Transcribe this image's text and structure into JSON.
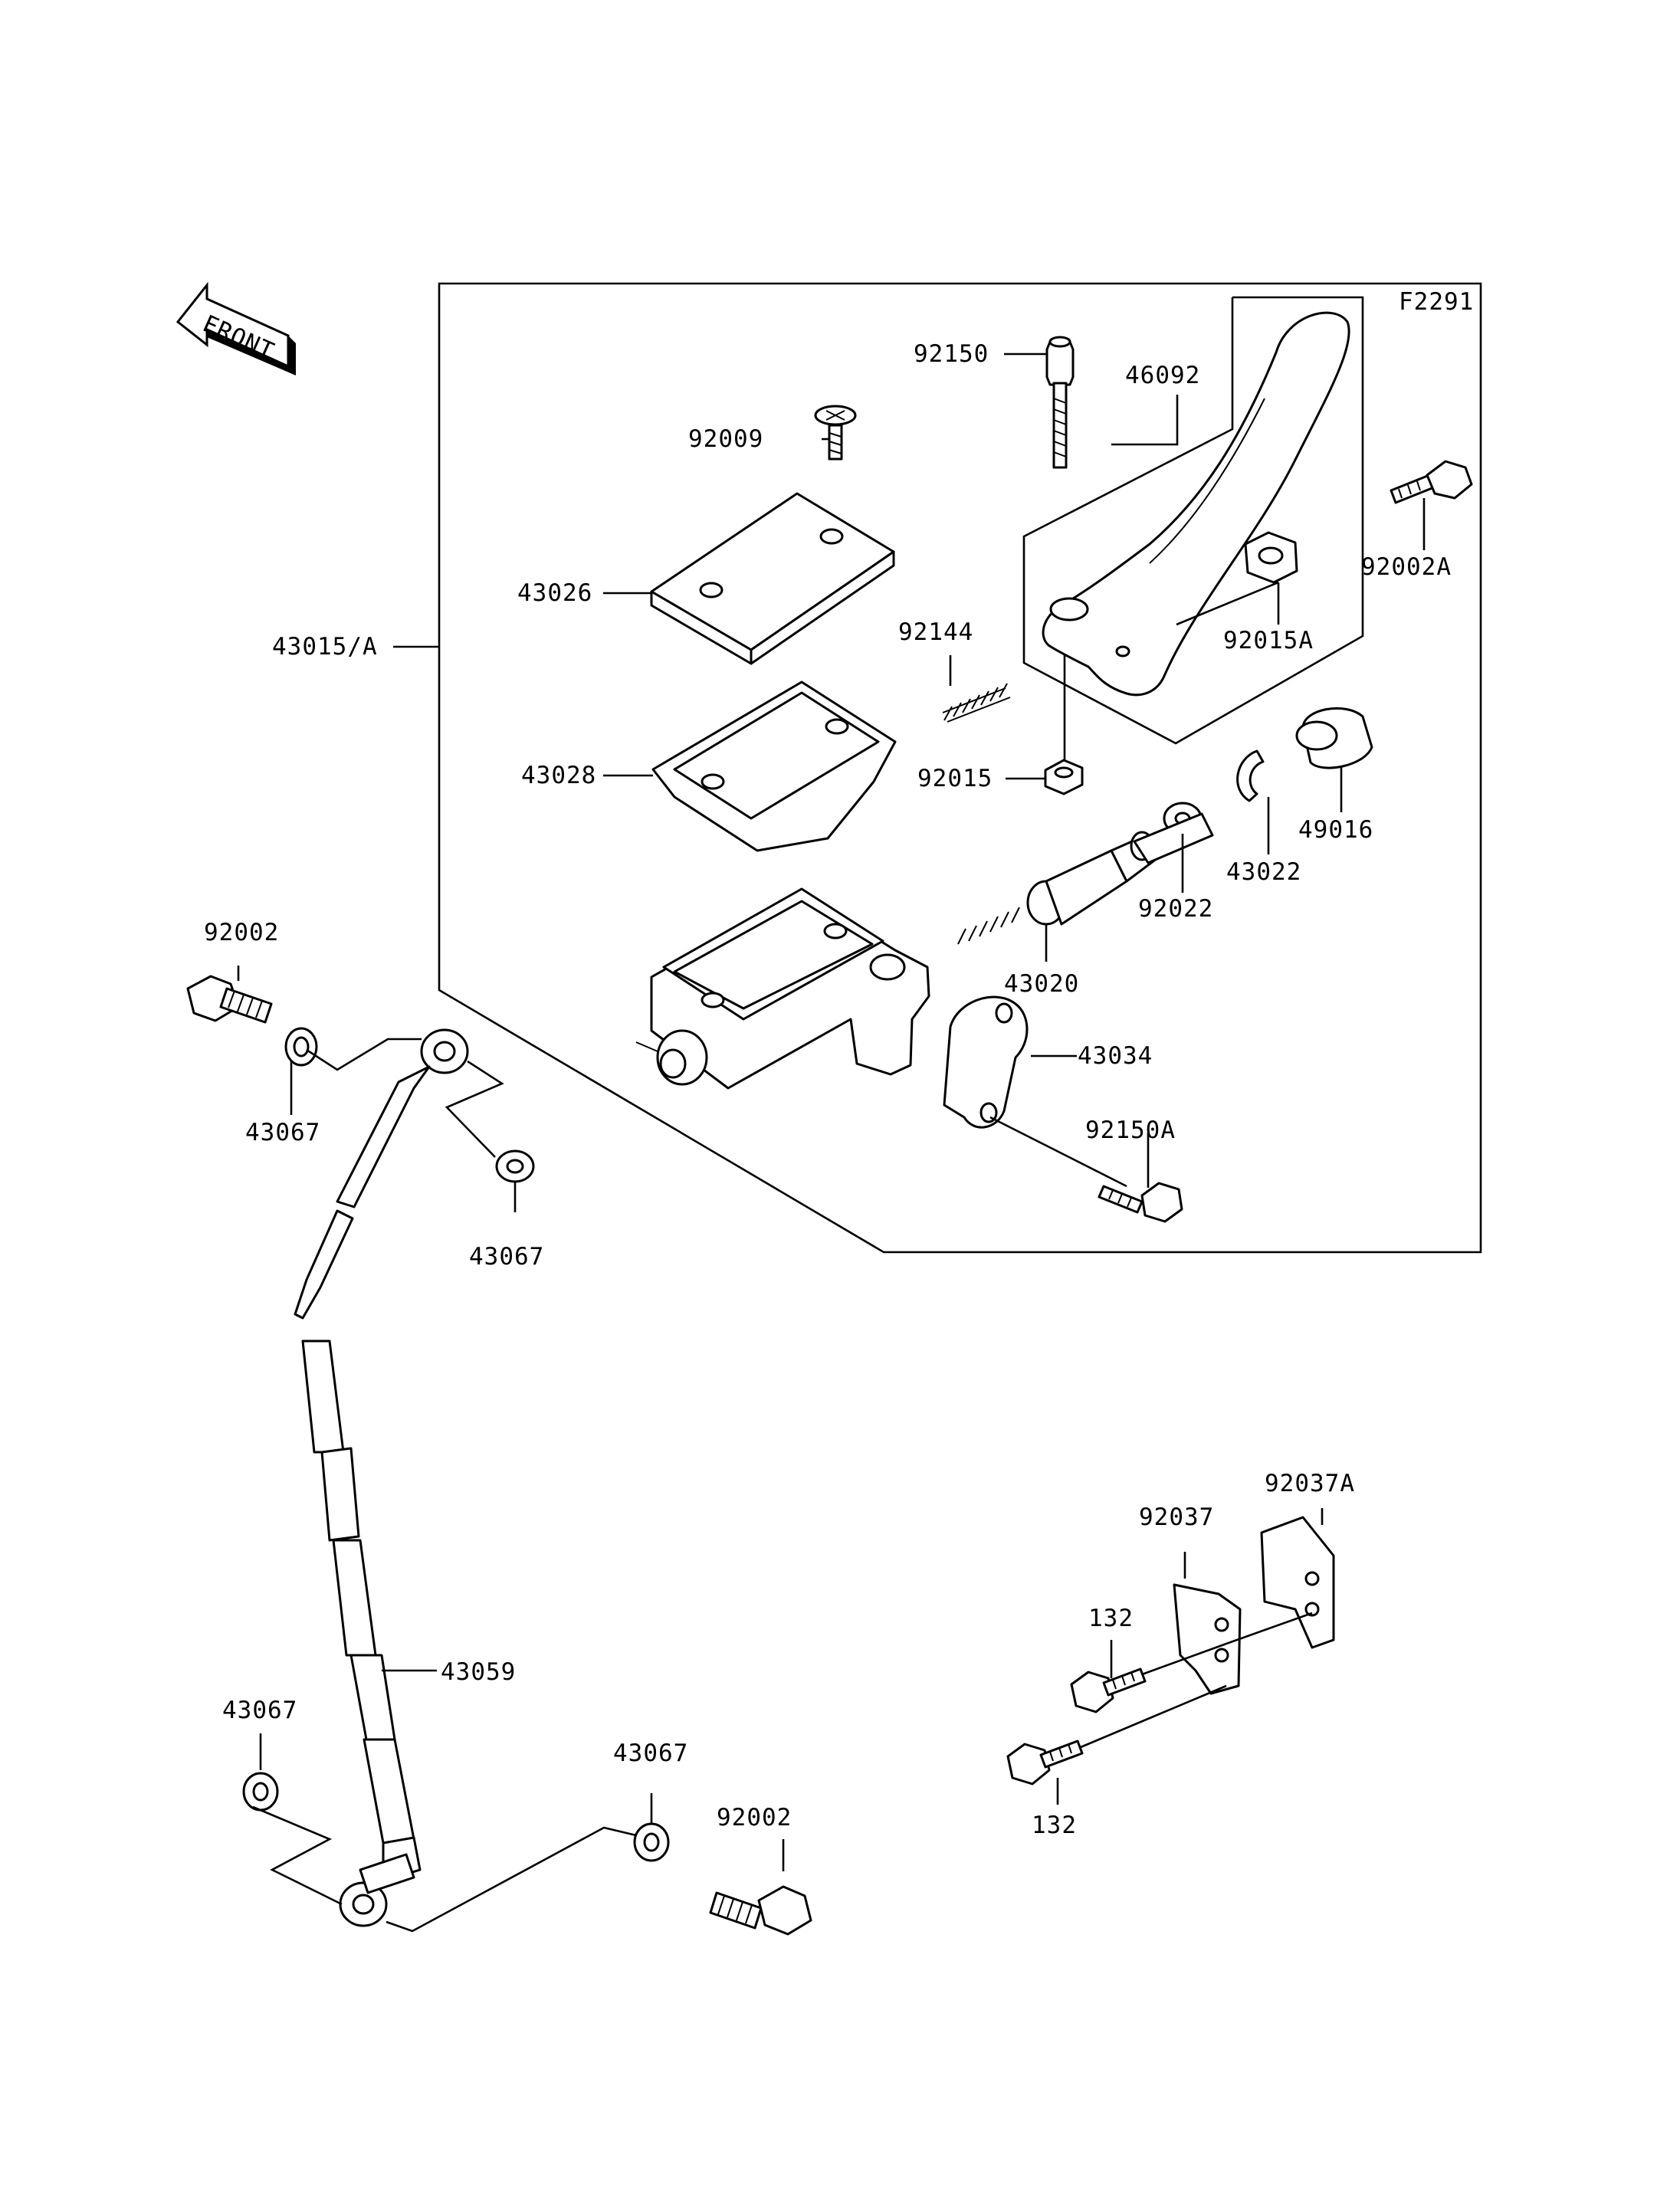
{
  "figure_code": "F2291",
  "front_arrow_text": "FRONT",
  "labels": {
    "p92150": "92150",
    "p46092": "46092",
    "p92009": "92009",
    "p92002A": "92002A",
    "p43026": "43026",
    "p43015A": "43015/A",
    "p92144": "92144",
    "p92015A": "92015A",
    "p43028": "43028",
    "p92015": "92015",
    "p49016": "49016",
    "p43022": "43022",
    "p92022": "92022",
    "p92002_top": "92002",
    "p43020": "43020",
    "p43034": "43034",
    "p43067_a": "43067",
    "p92150A": "92150A",
    "p43067_b": "43067",
    "p92037A": "92037A",
    "p92037": "92037",
    "p132_a": "132",
    "p43059": "43059",
    "p43067_c": "43067",
    "p43067_d": "43067",
    "p92002_bottom": "92002",
    "p132_b": "132"
  }
}
